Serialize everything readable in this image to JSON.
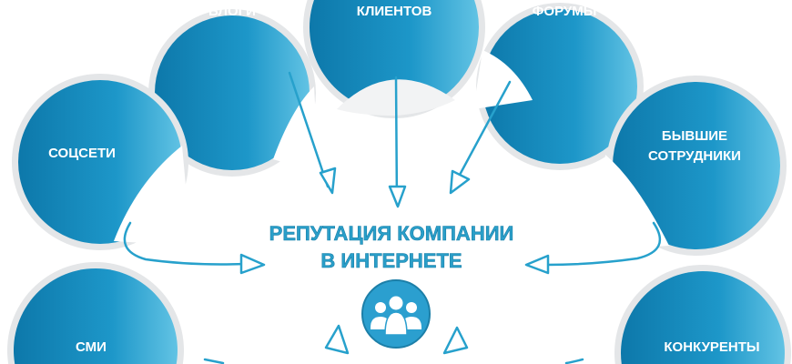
{
  "title": {
    "line1": "РЕПУТАЦИЯ КОМПАНИИ",
    "line2": "В ИНТЕРНЕТЕ"
  },
  "bubbles": {
    "blogs": "БЛОГИ",
    "clients": "КЛИЕНТОВ",
    "forums": "ФОРУМЫ",
    "social": "СОЦСЕТИ",
    "former_line1": "БЫВШИЕ",
    "former_line2": "СОТРУДНИКИ",
    "media": "СМИ",
    "competitors": "КОНКУРЕНТЫ"
  },
  "center_icon": "people-group-icon",
  "colors": {
    "accent": "#27a1cc",
    "bubble_dark": "#0d78aa",
    "bubble_light": "#5cc0e2"
  }
}
